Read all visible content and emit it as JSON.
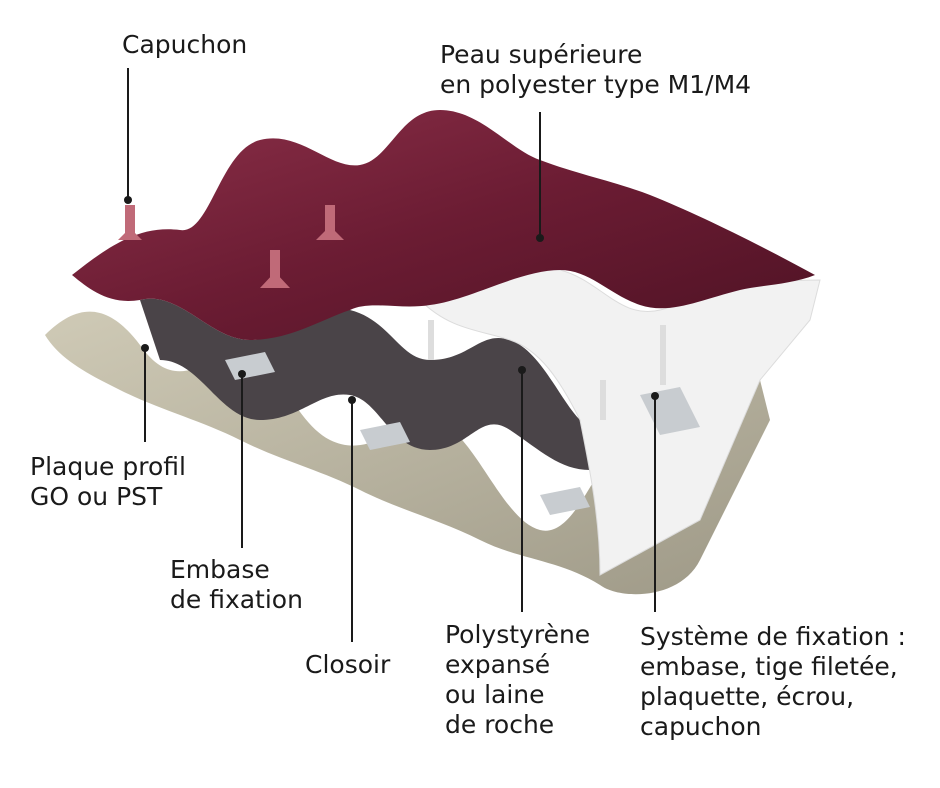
{
  "labels": {
    "capuchon": [
      "Capuchon"
    ],
    "peau": [
      "Peau supérieure",
      "en polyester type M1/M4"
    ],
    "plaque": [
      "Plaque profil",
      "GO ou PST"
    ],
    "embase": [
      "Embase",
      "de fixation"
    ],
    "closoir": [
      "Closoir"
    ],
    "polystyrene": [
      "Polystyrène",
      "expansé",
      "ou laine",
      "de roche"
    ],
    "systeme": [
      "Système de fixation :",
      "embase, tige filetée,",
      "plaquette, écrou,",
      "capuchon"
    ]
  },
  "colors": {
    "top_sheet": "#6b1c33",
    "top_sheet_light": "#8c3049",
    "foam": "#f2f2f2",
    "closoir": "#4a4448",
    "plate": "#b9b49f",
    "embase": "#c8ccd0",
    "cap": "#c06a78",
    "leader_line": "#1a1a1a"
  }
}
